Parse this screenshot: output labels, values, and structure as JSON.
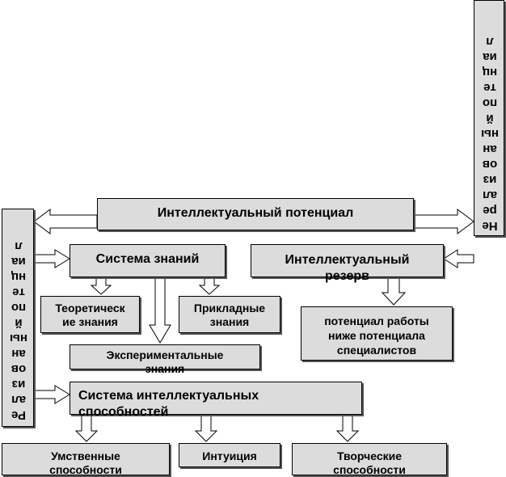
{
  "potential": "Интеллектуальный потенциал",
  "knowledge": {
    "title": "Система знаний",
    "theoretical": "Теоретическ\nие знания",
    "applied": "Прикладные\nзнания",
    "experimental": "Экспериментальные\nзнания"
  },
  "reserve": {
    "title": "Интеллектуальный\nрезерв",
    "below": "потенциал работы\nниже потенциала\nспециалистов"
  },
  "abilities": {
    "title": "Система интеллектуальных\nспособностей",
    "mental": "Умственные\nспособности",
    "intuition": "Интуиция",
    "creative": "Творческие\nспособности"
  },
  "realized": "Ре\nал\nиз\nов\nан\nны\nй\nпо\nте\nнц\nиа\nл",
  "unrealized": "Не\nре\nал\nиз\nов\nан\nны\nй\nпо\nте\nнц\nиа\nл"
}
